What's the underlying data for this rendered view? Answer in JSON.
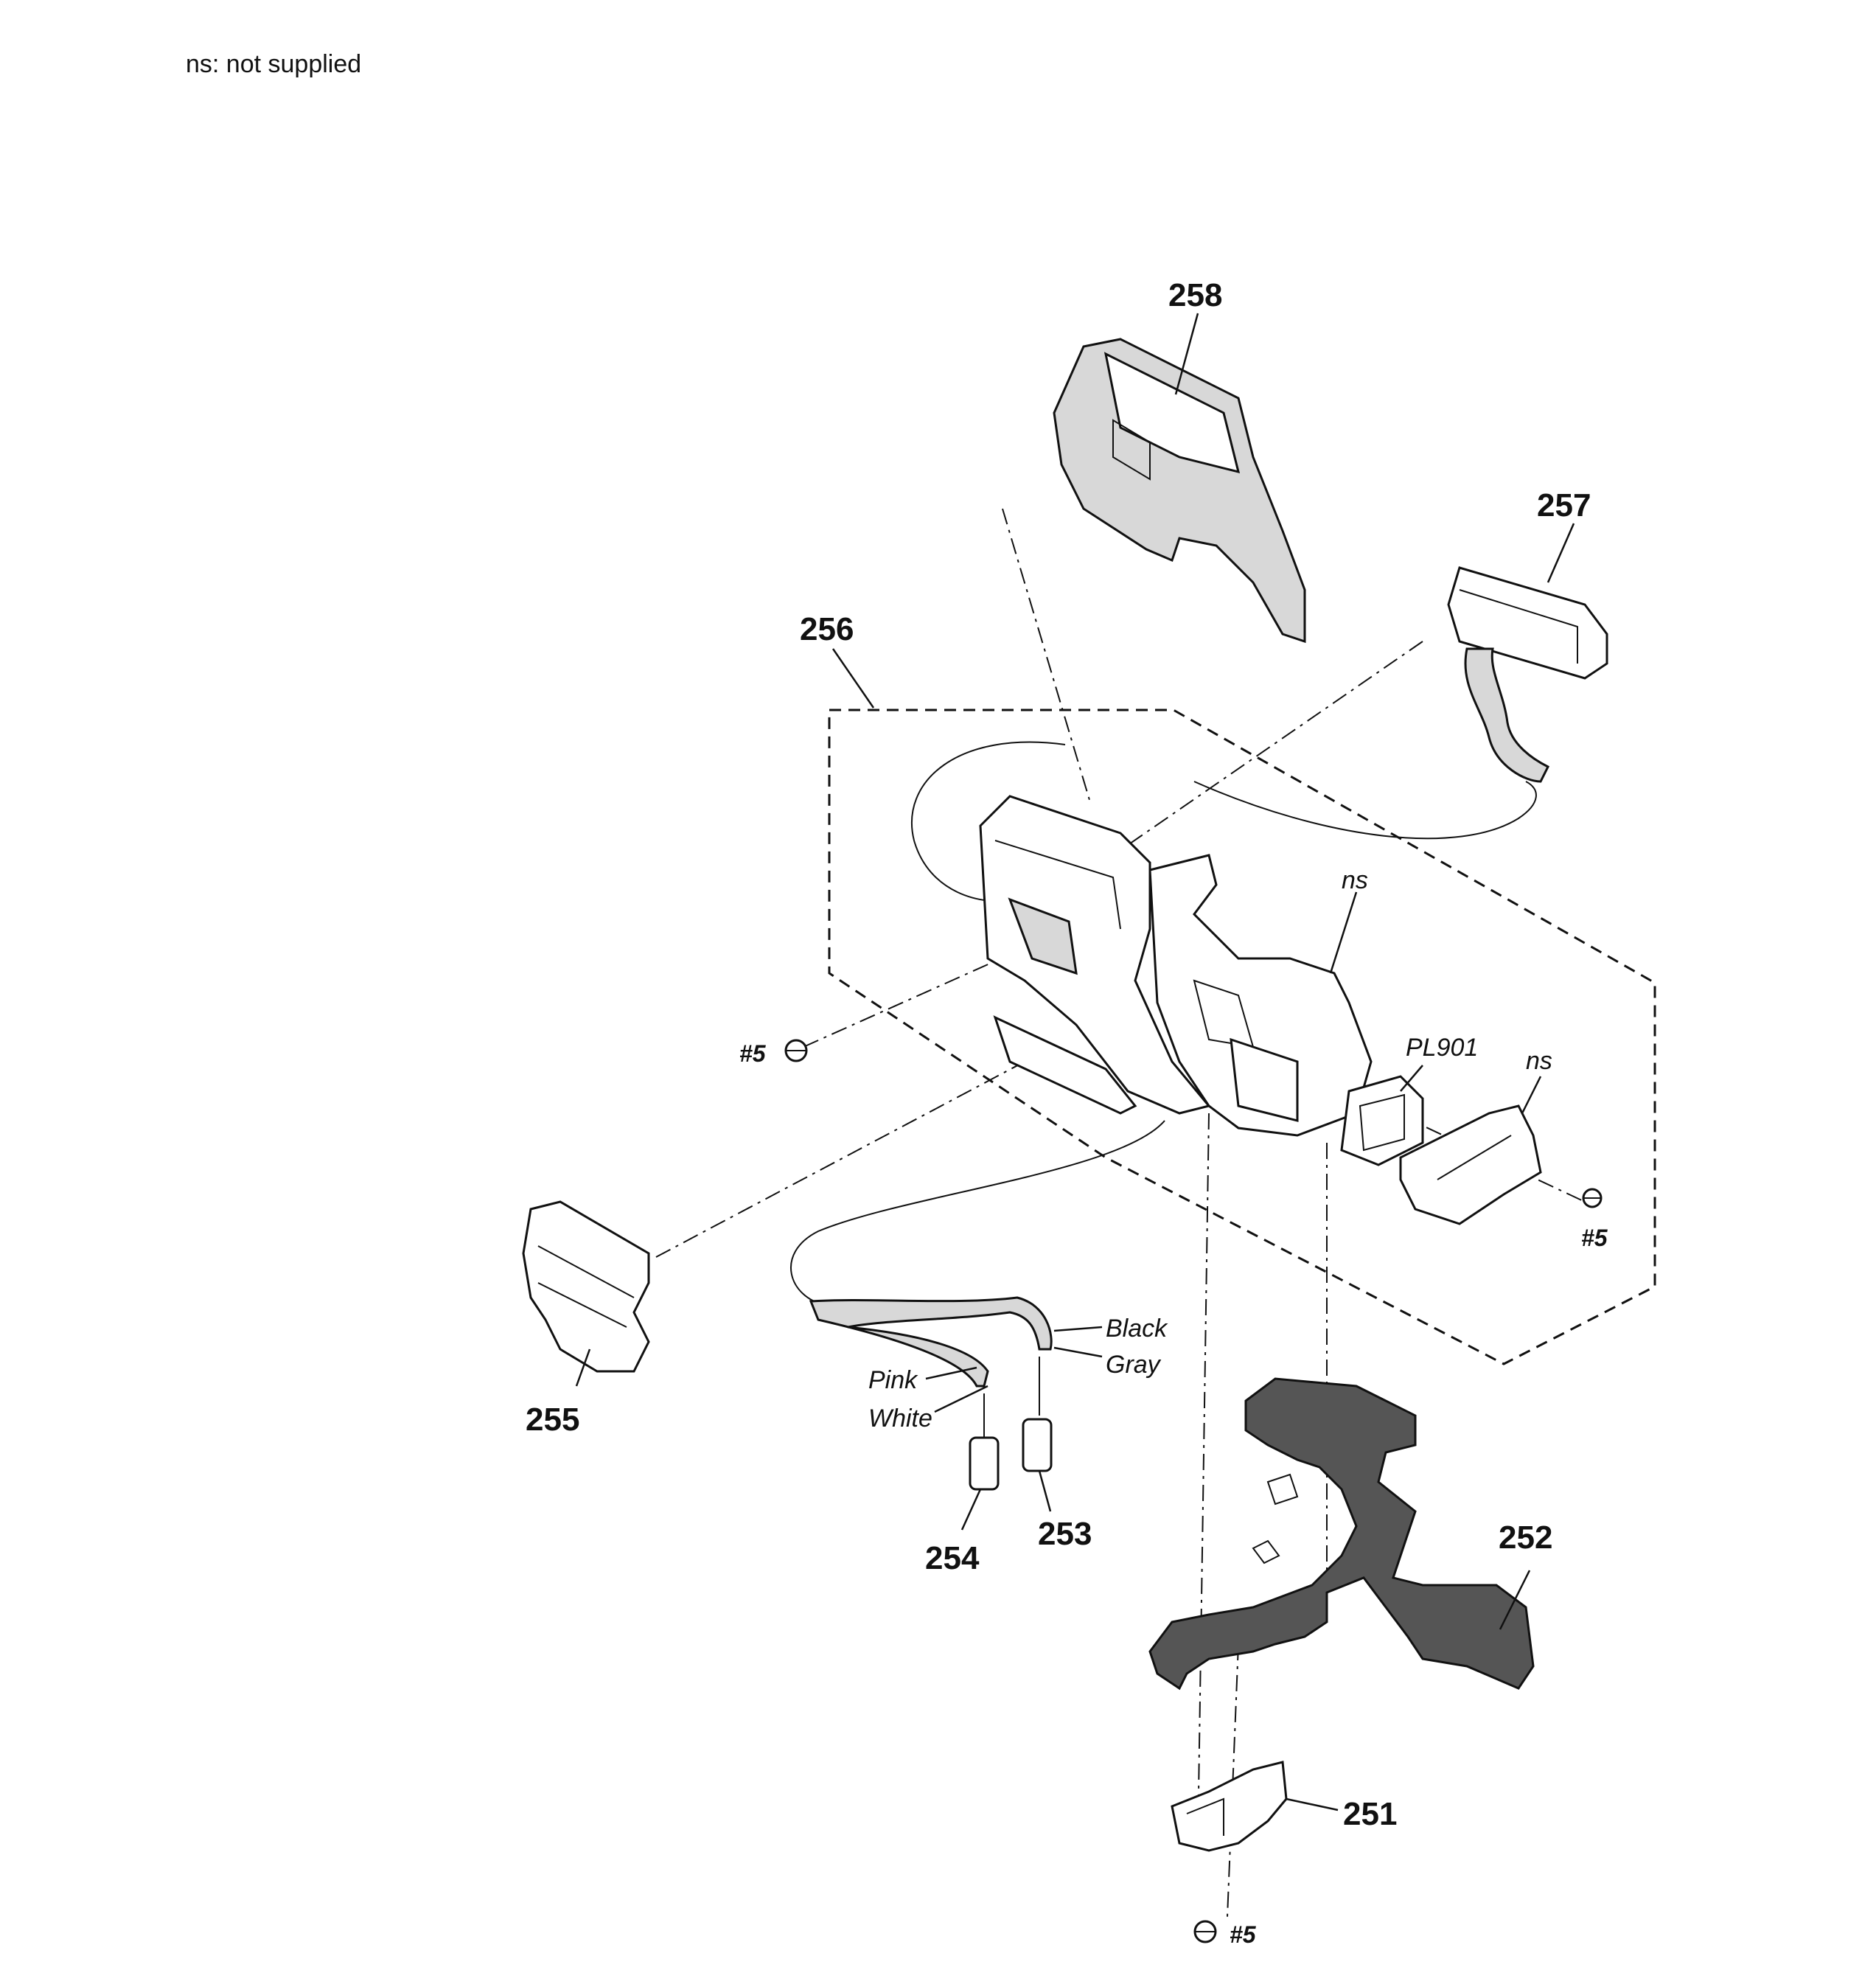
{
  "note": "ns: not supplied",
  "parts": {
    "p251": "251",
    "p252": "252",
    "p253": "253",
    "p254": "254",
    "p255": "255",
    "p256": "256",
    "p257": "257",
    "p258": "258"
  },
  "labels": {
    "ns_top": "ns",
    "ns_right": "ns",
    "pl901": "PL901",
    "screw_left": "#5",
    "screw_right": "#5",
    "screw_bottom": "#5",
    "wire_black": "Black",
    "wire_gray": "Gray",
    "wire_pink": "Pink",
    "wire_white": "White"
  }
}
